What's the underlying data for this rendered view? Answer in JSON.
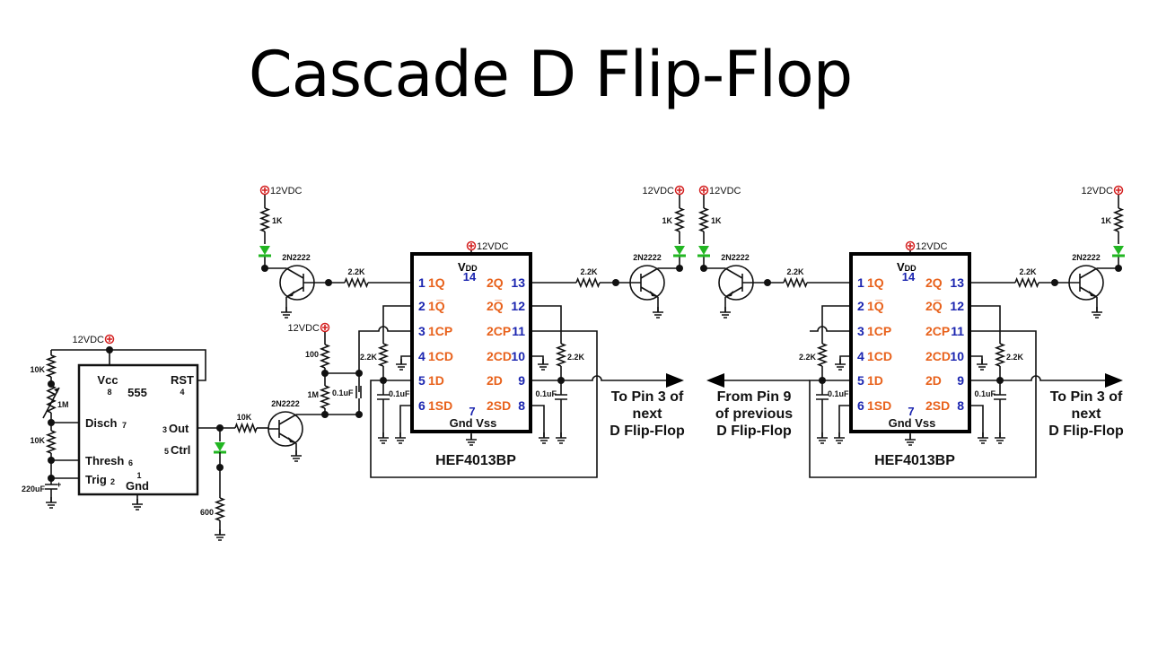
{
  "title": "Cascade D Flip-Flop",
  "colors": {
    "pin_number": "#1b25b0",
    "pin_label": "#e8621c",
    "led": "#22b622",
    "supply": "#d42020",
    "wire": "#111111"
  },
  "supply_label": "12VDC",
  "transistor": "2N2222",
  "resistor_1k": "1K",
  "resistor_2k2": "2.2K",
  "resistor_100": "100",
  "resistor_1m": "1M",
  "cap_01uf": "0.1uF",
  "chip": {
    "name": "HEF4013BP",
    "vdd": "V",
    "vdd_sub": "DD",
    "vdd_pin": "14",
    "gnd_pin": "7",
    "gnd_label": "Gnd Vss",
    "left_pins": [
      {
        "num": "1",
        "label": "1Q"
      },
      {
        "num": "2",
        "label": "1Q̅"
      },
      {
        "num": "3",
        "label": "1CP"
      },
      {
        "num": "4",
        "label": "1CD"
      },
      {
        "num": "5",
        "label": "1D"
      },
      {
        "num": "6",
        "label": "1SD"
      }
    ],
    "right_pins": [
      {
        "num": "13",
        "label": "2Q"
      },
      {
        "num": "12",
        "label": "2Q̅"
      },
      {
        "num": "11",
        "label": "2CP"
      },
      {
        "num": "10",
        "label": "2CD"
      },
      {
        "num": "9",
        "label": "2D"
      },
      {
        "num": "8",
        "label": "2SD"
      }
    ]
  },
  "timer": {
    "name": "555",
    "vcc": "Vcc",
    "vcc_pin": "8",
    "rst": "RST",
    "rst_pin": "4",
    "disch": "Disch",
    "disch_pin": "7",
    "out": "Out",
    "out_pin": "3",
    "ctrl": "Ctrl",
    "ctrl_pin": "5",
    "thresh": "Thresh",
    "thresh_pin": "6",
    "trig": "Trig",
    "trig_pin": "2",
    "gnd": "Gnd",
    "gnd_pin": "1",
    "r_top": "10K",
    "pot": "1M",
    "r_mid": "10K",
    "cap": "220uF",
    "r_out": "10K",
    "r_led": "600"
  },
  "notes": {
    "to_next": [
      "To Pin 3 of",
      "next",
      "D Flip-Flop"
    ],
    "from_prev": [
      "From Pin 9",
      "of previous",
      "D Flip-Flop"
    ]
  }
}
